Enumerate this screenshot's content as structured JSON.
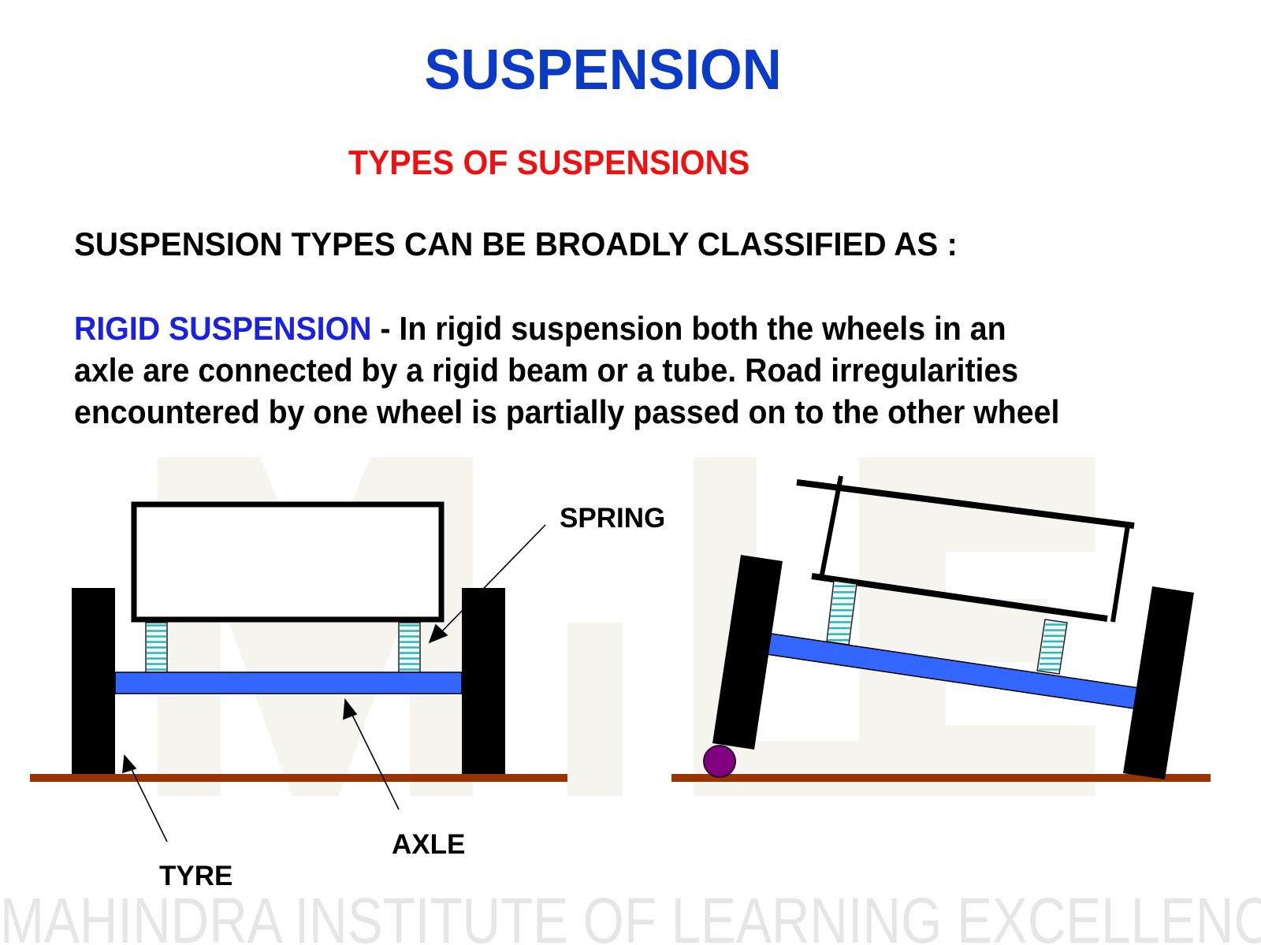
{
  "slide": {
    "title": "SUSPENSION",
    "subtitle": "TYPES OF SUSPENSIONS",
    "lead": "SUSPENSION TYPES CAN BE BROADLY CLASSIFIED AS  :",
    "paragraph": {
      "term": "RIGID SUSPENSION",
      "line1_rest": " - In rigid suspension both the wheels in an",
      "line2": "axle are connected by a rigid beam or a tube. Road irregularities",
      "line3": "encountered by one wheel is partially passed on to the other wheel"
    },
    "footer_watermark": "MAHINDRA INSTITUTE OF LEARNING  EXCELLENCE",
    "background_watermark": "MiLE"
  },
  "diagram": {
    "labels": {
      "spring": "SPRING",
      "axle": "AXLE",
      "tyre": "TYRE"
    },
    "left_view": {
      "state": "level road",
      "components": [
        "body",
        "spring",
        "spring",
        "axle",
        "tyre",
        "tyre",
        "road"
      ]
    },
    "right_view": {
      "state": "one wheel over bump",
      "components": [
        "body",
        "spring",
        "spring",
        "axle",
        "tyre",
        "tyre",
        "road",
        "bump"
      ]
    }
  },
  "colors": {
    "title": "#0a3ac8",
    "subtitle": "#ee1111",
    "term": "#1a22e0",
    "axle": "#3366ff",
    "tyre": "#000000",
    "road": "#993300",
    "spring_fill": "#e8f8f8",
    "spring_coil": "#33b3b3",
    "bump": "#800080",
    "watermark": "#f5f3ee",
    "footer": "#e6e6e6"
  }
}
